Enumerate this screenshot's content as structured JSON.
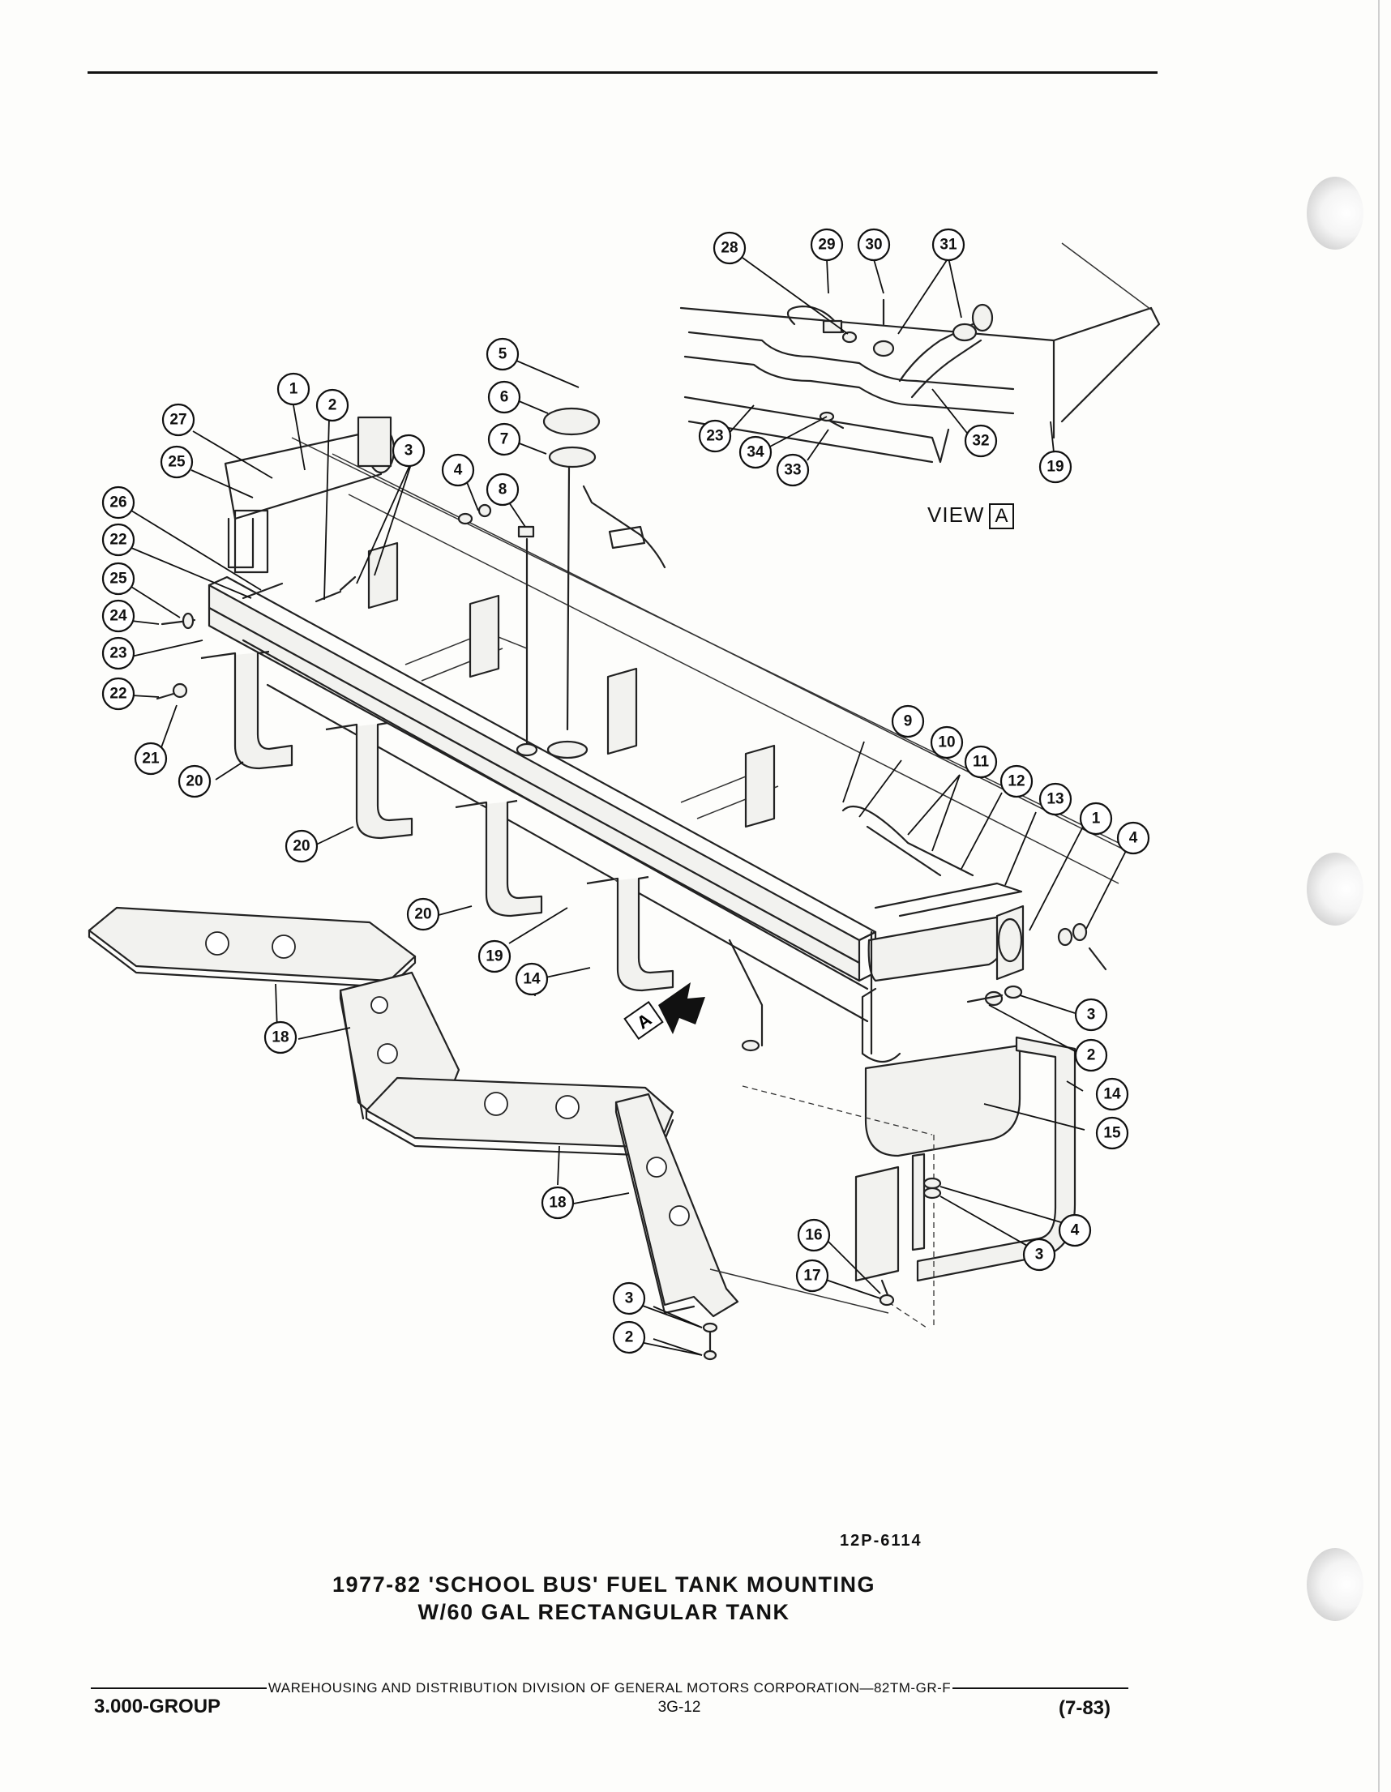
{
  "figure": {
    "number": "12P-6114",
    "title_line1": "1977-82 'SCHOOL BUS' FUEL TANK MOUNTING",
    "title_line2": "W/60 GAL RECTANGULAR TANK"
  },
  "view_label": {
    "text": "VIEW",
    "ref": "A"
  },
  "detail_arrow_label": "A",
  "callouts": {
    "c1": "1",
    "c2": "2",
    "c3": "3",
    "c4": "4",
    "c5": "5",
    "c6": "6",
    "c7": "7",
    "c8": "8",
    "c9": "9",
    "c10": "10",
    "c11": "11",
    "c12": "12",
    "c13": "13",
    "c14": "14",
    "c15": "15",
    "c16": "16",
    "c17": "17",
    "c18": "18",
    "c19": "19",
    "c20": "20",
    "c21": "21",
    "c22": "22",
    "c23": "23",
    "c24": "24",
    "c25": "25",
    "c26": "26",
    "c27": "27",
    "c28": "28",
    "c29": "29",
    "c30": "30",
    "c31": "31",
    "c32": "32",
    "c33": "33",
    "c34": "34"
  },
  "footer": {
    "division": "WAREHOUSING AND DISTRIBUTION  DIVISION OF GENERAL MOTORS CORPORATION—82TM-GR-F",
    "group": "3.000-GROUP",
    "page": "3G-12",
    "date": "(7-83)"
  }
}
